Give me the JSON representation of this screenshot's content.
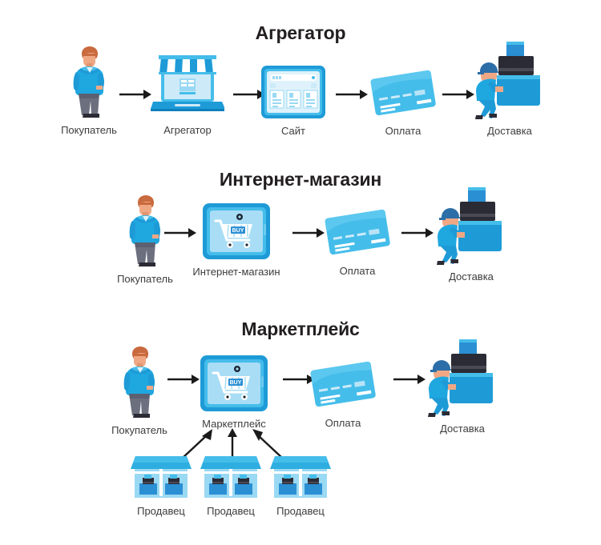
{
  "palette": {
    "dark_text": "#231f20",
    "label_text": "#3c3c3c",
    "arrow": "#1a1a1a",
    "cyan": "#45bdea",
    "cyan_light": "#9ad9f3",
    "cyan_pale": "#cdeaf9",
    "blue_mid": "#1e9bd7",
    "blue_deep": "#0f7fbe",
    "navy": "#2b2b35",
    "skin": "#f0a884",
    "hair": "#c96a3f",
    "pants": "#6b6f7e",
    "white": "#ffffff"
  },
  "sections": [
    {
      "id": "aggregator",
      "title": "Агрегатор",
      "nodes": [
        {
          "id": "buyer",
          "label": "Покупатель",
          "icon": "person-icon"
        },
        {
          "id": "aggregator",
          "label": "Агрегатор",
          "icon": "laptop-storefront-icon"
        },
        {
          "id": "site",
          "label": "Сайт",
          "icon": "tablet-browser-icon"
        },
        {
          "id": "payment",
          "label": "Оплата",
          "icon": "credit-card-icon"
        },
        {
          "id": "delivery",
          "label": "Доставка",
          "icon": "courier-icon"
        }
      ],
      "arrows": 4
    },
    {
      "id": "online-store",
      "title": "Интернет-магазин",
      "nodes": [
        {
          "id": "buyer",
          "label": "Покупатель",
          "icon": "person-icon"
        },
        {
          "id": "store",
          "label": "Интернет-магазин",
          "icon": "tablet-cart-icon"
        },
        {
          "id": "payment",
          "label": "Оплата",
          "icon": "credit-card-icon"
        },
        {
          "id": "delivery",
          "label": "Доставка",
          "icon": "courier-icon"
        }
      ],
      "arrows": 3
    },
    {
      "id": "marketplace",
      "title": "Маркетплейс",
      "nodes": [
        {
          "id": "buyer",
          "label": "Покупатель",
          "icon": "person-icon"
        },
        {
          "id": "marketplace",
          "label": "Маркетплейс",
          "icon": "tablet-cart-icon"
        },
        {
          "id": "payment",
          "label": "Оплата",
          "icon": "credit-card-icon"
        },
        {
          "id": "delivery",
          "label": "Доставка",
          "icon": "courier-icon"
        }
      ],
      "arrows": 3,
      "sellers": {
        "items": [
          {
            "id": "seller-1",
            "label": "Продавец",
            "icon": "shop-icon"
          },
          {
            "id": "seller-2",
            "label": "Продавец",
            "icon": "shop-icon"
          },
          {
            "id": "seller-3",
            "label": "Продавец",
            "icon": "shop-icon"
          }
        ],
        "arrows": [
          {
            "id": "seller-arrow-left",
            "direction": "up-right"
          },
          {
            "id": "seller-arrow-center",
            "direction": "up"
          },
          {
            "id": "seller-arrow-right",
            "direction": "up-left"
          }
        ]
      }
    }
  ],
  "icon_text": {
    "buy_button": "BUY"
  }
}
